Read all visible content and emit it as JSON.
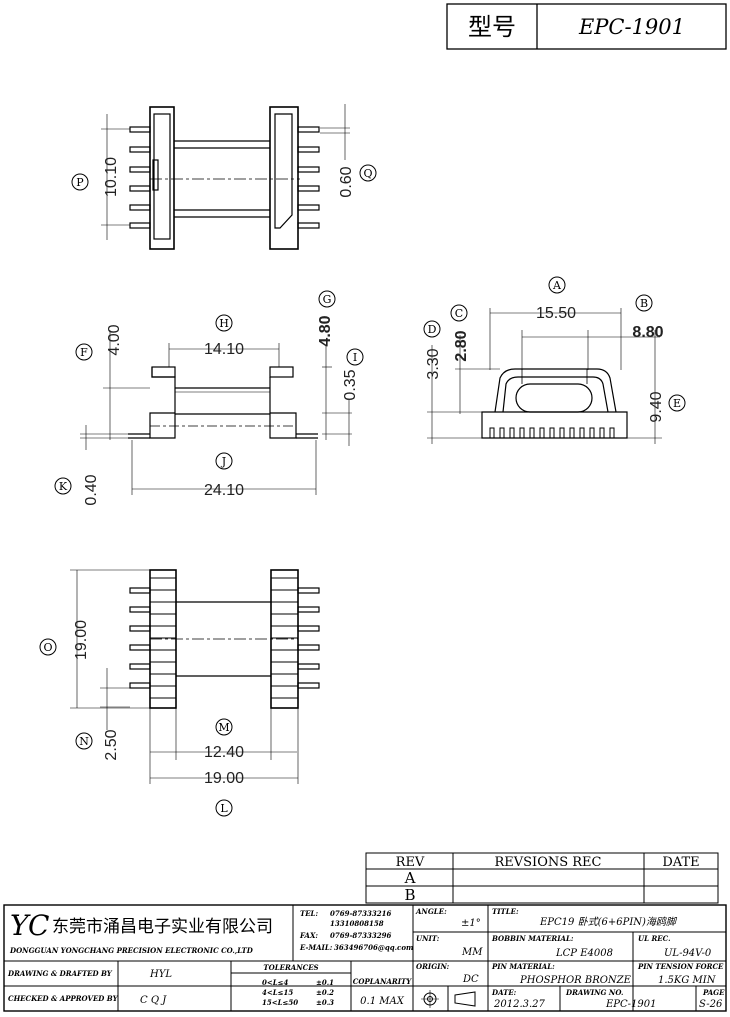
{
  "header": {
    "model_label": "型号",
    "model_value": "EPC-1901"
  },
  "views": {
    "top": {
      "dim_p": "10.10",
      "dim_q": "0.60",
      "label_p": "P",
      "label_q": "Q"
    },
    "side": {
      "dim_h": "14.10",
      "dim_f": "4.00",
      "dim_g": "4.80",
      "dim_i": "0.35",
      "dim_j": "24.10",
      "dim_k": "0.40",
      "label_h": "H",
      "label_f": "F",
      "label_g": "G",
      "label_i": "I",
      "label_j": "J",
      "label_k": "K"
    },
    "end": {
      "dim_a": "15.50",
      "dim_c": "2.80",
      "dim_b": "8.80",
      "dim_d": "3.30",
      "dim_e": "9.40",
      "label_a": "A",
      "label_b": "B",
      "label_c": "C",
      "label_d": "D",
      "label_e": "E"
    },
    "bottom": {
      "dim_o": "19.00",
      "dim_n": "2.50",
      "dim_m": "12.40",
      "dim_l": "19.00",
      "label_o": "O",
      "label_n": "N",
      "label_m": "M",
      "label_l": "L"
    }
  },
  "revisions": {
    "col_rev": "REV",
    "col_rec": "REVSIONS REC",
    "col_date": "DATE",
    "rows": [
      "A",
      "B"
    ]
  },
  "titleblock": {
    "logo": "YC",
    "company_cn": "东莞市涌昌电子实业有限公司",
    "company_en": "DONGGUAN YONGCHANG PRECISION ELECTRONIC CO.,LTD",
    "tel_label": "TEL:",
    "tel_value": "0769-87333216",
    "tel2_value": "13310808158",
    "fax_label": "FAX:",
    "fax_value": "0769-87333296",
    "email_label": "E-MAIL:",
    "email_value": "363496706@qq.com",
    "angle_label": "ANGLE:",
    "angle_value": "±1°",
    "title_label": "TITLE:",
    "title_value": "EPC19 卧式(6+6PIN)海鸥脚",
    "unit_label": "UNIT:",
    "unit_value": "MM",
    "bobbin_label": "BOBBIN MATERIAL:",
    "bobbin_value": "LCP E4008",
    "ul_label": "UL REC.",
    "ul_value": "UL-94V-0",
    "origin_label": "ORIGIN:",
    "origin_value": "DC",
    "pin_label": "PIN MATERIAL:",
    "pin_value": "PHOSPHOR BRONZE",
    "tension_label": "PIN TENSION FORCE",
    "tension_value": "1.5KG MIN",
    "drawn_label": "DRAWING & DRAFTED BY",
    "drawn_value": "HYL",
    "checked_label": "CHECKED & APPROVED BY",
    "checked_value": "C Q J",
    "tol_label": "TOLERANCES",
    "tol_rows": [
      [
        "0<L≤4",
        "±0.1"
      ],
      [
        "4<L≤15",
        "±0.2"
      ],
      [
        "15<L≤50",
        "±0.3"
      ]
    ],
    "coplanarity_label": "COPLANARITY",
    "coplanarity_value": "0.1 MAX",
    "date_label": "DATE:",
    "date_value": "2012.3.27",
    "drawing_no_label": "DRAWING NO.",
    "drawing_no_value": "EPC-1901",
    "page_label": "PAGE",
    "page_value": "S-26"
  }
}
